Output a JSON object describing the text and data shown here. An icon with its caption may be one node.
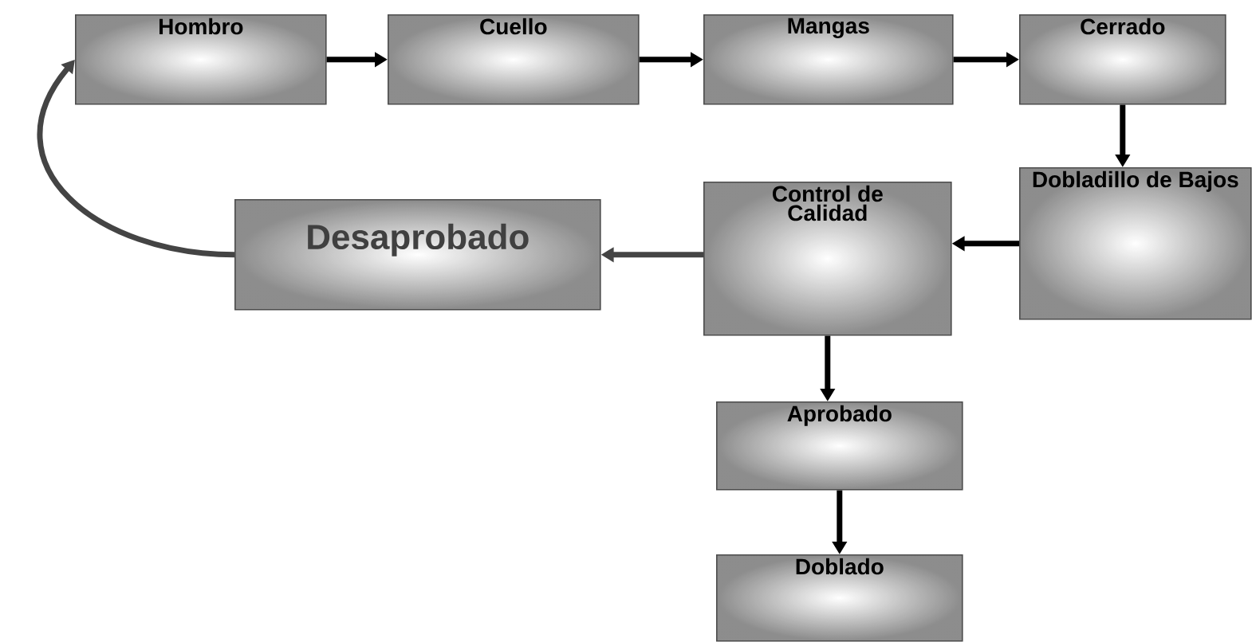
{
  "diagram": {
    "nodes": [
      {
        "text": [
          "Hombro"
        ]
      },
      {
        "text": [
          "Cuello"
        ]
      },
      {
        "text": [
          "Mangas"
        ]
      },
      {
        "text": [
          "Cerrado"
        ]
      },
      {
        "text": [
          "Dobladillo de Bajos"
        ]
      },
      {
        "text": [
          "Control de Calidad"
        ]
      },
      {
        "text": [
          "Desaprobado"
        ]
      },
      {
        "text": [
          "Aprobado"
        ]
      },
      {
        "text": [
          "Doblado"
        ]
      }
    ],
    "edges": [
      {
        "from": 0,
        "to": 1,
        "arrow": "to"
      },
      {
        "from": 1,
        "to": 2,
        "arrow": "to"
      },
      {
        "from": 2,
        "to": 3,
        "arrow": "to"
      },
      {
        "from": 3,
        "to": 4,
        "arrow": "to"
      },
      {
        "from": 4,
        "to": 5,
        "arrow": "to"
      },
      {
        "from": 5,
        "to": 6,
        "arrow": "to",
        "color": "#444444"
      },
      {
        "from": 5,
        "to": 7,
        "arrow": "to"
      },
      {
        "from": 7,
        "to": 8,
        "arrow": "to"
      },
      {
        "from": 6,
        "to": 0,
        "arrow": "to",
        "color": "#444444"
      }
    ]
  }
}
